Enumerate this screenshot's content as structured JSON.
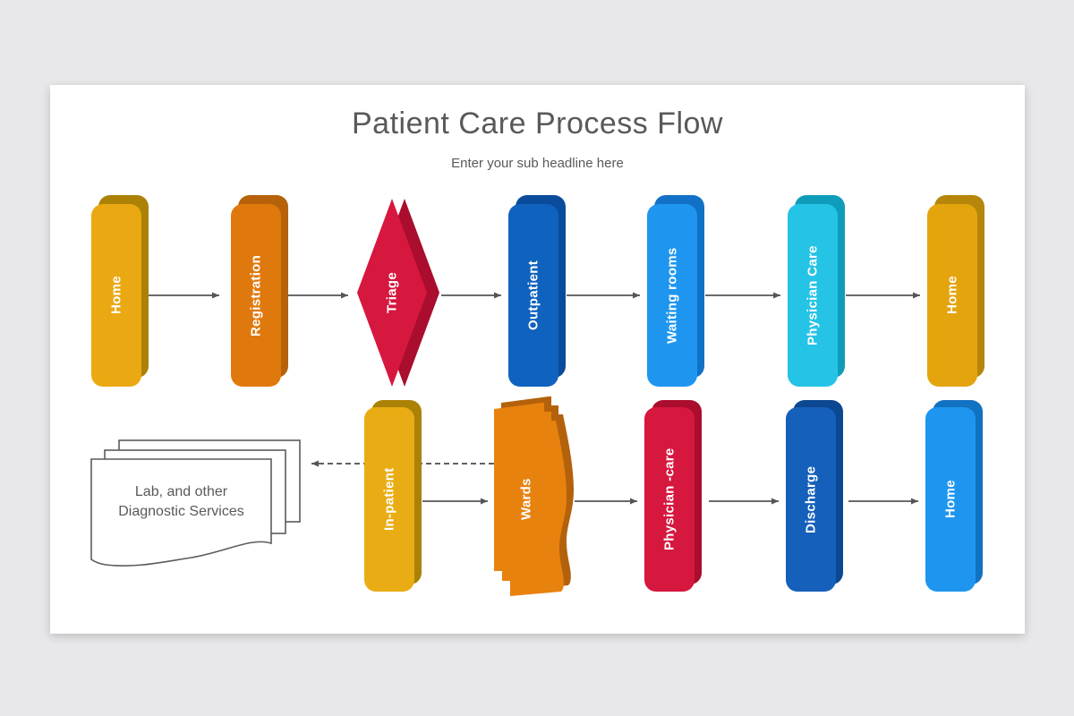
{
  "slide": {
    "title": "Patient Care Process Flow",
    "subtitle": "Enter your sub headline here"
  },
  "palette": {
    "background": "#E8E7E9",
    "slide_background": "#FFFFFF",
    "title_color": "#595959",
    "subtitle_color": "#595959",
    "label_color": "#FFFFFF",
    "arrow_color": "#555555",
    "dashed_arrow_color": "#4A4A4A",
    "document_stroke": "#5B5B5B",
    "document_fill": "#FFFFFF",
    "document_text_color": "#595959"
  },
  "top_row": [
    {
      "label": "Home",
      "shape": "rounded-bar",
      "color": "#EAA913",
      "shadow": "#AB8206"
    },
    {
      "label": "Registration",
      "shape": "rounded-bar",
      "color": "#E0790D",
      "shadow": "#B5620A"
    },
    {
      "label": "Triage",
      "shape": "diamond",
      "color": "#D6173E",
      "shadow": "#AA0D2D"
    },
    {
      "label": "Outpatient",
      "shape": "rounded-bar",
      "color": "#0F62BE",
      "shadow": "#0A4C9B"
    },
    {
      "label": "Waiting rooms",
      "shape": "rounded-bar",
      "color": "#1E96F0",
      "shadow": "#1171C6"
    },
    {
      "label": "Physician Care",
      "shape": "rounded-bar",
      "color": "#25C3E6",
      "shadow": "#0F9CBB"
    },
    {
      "label": "Home",
      "shape": "rounded-bar",
      "color": "#E3A40E",
      "shadow": "#B5860A"
    }
  ],
  "bottom_row": [
    {
      "label": "Lab, and other Diagnostic Services",
      "shape": "multidocument",
      "line1": "Lab, and other",
      "line2": "Diagnostic Services"
    },
    {
      "label": "In-patient",
      "shape": "rounded-bar",
      "color": "#EAAC14",
      "shadow": "#AB8206"
    },
    {
      "label": "Wards",
      "shape": "wavy-document",
      "color": "#E8820E",
      "shadow": "#B4610C"
    },
    {
      "label": "Physician -care",
      "shape": "rounded-bar",
      "color": "#D6173E",
      "shadow": "#AA0D2D"
    },
    {
      "label": "Discharge",
      "shape": "rounded-bar",
      "color": "#1560BA",
      "shadow": "#0C4792"
    },
    {
      "label": "Home",
      "shape": "rounded-bar",
      "color": "#1E96F0",
      "shadow": "#1272C2"
    }
  ]
}
